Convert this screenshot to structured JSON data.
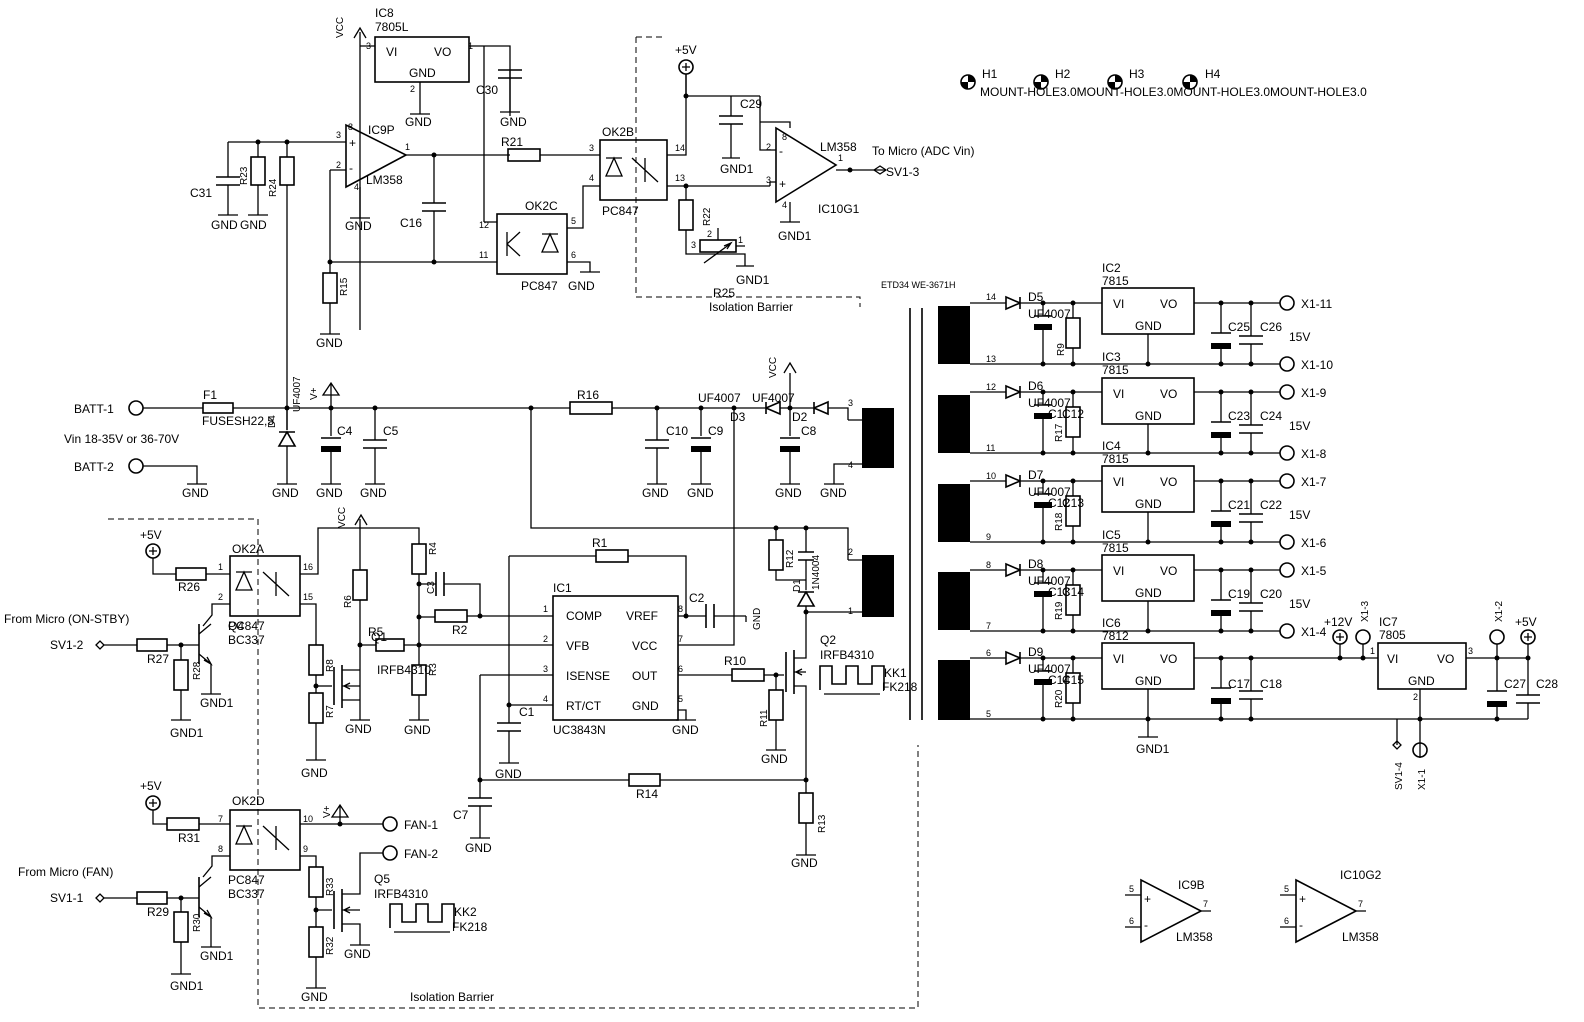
{
  "parts": {
    "ic8": "IC8",
    "ic8_val": "7805L",
    "vi": "VI",
    "vo": "VO",
    "gnd": "GND",
    "vcc": "VCC",
    "ic9p": "IC9P",
    "lm358": "LM358",
    "ok2b": "OK2B",
    "ok2c": "OK2C",
    "ok2a": "OK2A",
    "ok2d": "OK2D",
    "pc847": "PC847",
    "ic10g1": "IC10G1",
    "to_micro": "To Micro (ADC Vin)",
    "sv1_3": "SV1-3",
    "gnd1": "GND1",
    "p5v": "+5V",
    "vplus": "V+",
    "h1": "H1",
    "h2": "H2",
    "h3": "H3",
    "h4": "H4",
    "mount_text": "MOUNT-HOLE3.0MOUNT-HOLE3.0MOUNT-HOLE3.0MOUNT-HOLE3.0",
    "c31": "C31",
    "r23": "R23",
    "r24": "R24",
    "r15": "R15",
    "c16": "C16",
    "c30": "C30",
    "r21": "R21",
    "r22": "R22",
    "r25": "R25",
    "c29": "C29",
    "isolation": "Isolation Barrier",
    "transformer": "ETD34 WE-3671H",
    "batt1": "BATT-1",
    "batt2": "BATT-2",
    "vin": "Vin 18-35V or 36-70V",
    "f1": "F1",
    "fuse": "FUSESH22,5",
    "d4": "D4",
    "uf4007": "UF4007",
    "c4": "C4",
    "c5": "C5",
    "r16": "R16",
    "c10": "C10",
    "c9": "C9",
    "d3": "D3",
    "d2": "D2",
    "c8": "C8",
    "r26": "R26",
    "r27": "R27",
    "r28": "R28",
    "q4": "Q4",
    "bc337": "BC337",
    "from_micro_stby": "From Micro (ON-STBY)",
    "sv1_2": "SV1-2",
    "r6": "R6",
    "r8": "R8",
    "r7": "R7",
    "r4": "R4",
    "c3": "C3",
    "r2": "R2",
    "r5": "R5",
    "q1": "Q1",
    "irfb4310": "IRFB4310",
    "r3": "R3",
    "r1": "R1",
    "c2": "C2",
    "ic1": "IC1",
    "uc3843n": "UC3843N",
    "comp": "COMP",
    "vfb": "VFB",
    "isense": "ISENSE",
    "rtct": "RT/CT",
    "vref": "VREF",
    "out": "OUT",
    "c1": "C1",
    "r10": "R10",
    "r11": "R11",
    "q2": "Q2",
    "kk1": "KK1",
    "fk218": "FK218",
    "r12": "R12",
    "d1": "D1",
    "n4004": "1N4004",
    "r14": "R14",
    "c7": "C7",
    "r13": "R13",
    "r31": "R31",
    "r29": "R29",
    "r30": "R30",
    "q3": "Q3",
    "from_micro_fan": "From Micro (FAN)",
    "sv1_1": "SV1-1",
    "fan1": "FAN-1",
    "fan2": "FAN-2",
    "r33": "R33",
    "r32": "R32",
    "q5": "Q5",
    "kk2": "KK2",
    "ic9b": "IC9B",
    "ic10g2": "IC10G2",
    "d5": "D5",
    "d6": "D6",
    "d7": "D7",
    "d8": "D8",
    "d9": "D9",
    "r9": "R9",
    "r17": "R17",
    "r18": "R18",
    "r19": "R19",
    "r20": "R20",
    "c11": "C11",
    "c12": "C12",
    "c13": "C13",
    "c14": "C14",
    "c15": "C15",
    "ic2": "IC2",
    "ic3": "IC3",
    "ic4": "IC4",
    "ic5": "IC5",
    "ic6": "IC6",
    "ic7": "IC7",
    "v7815": "7815",
    "v7812": "7812",
    "v7805": "7805",
    "c25": "C25",
    "c26": "C26",
    "c23": "C23",
    "c24": "C24",
    "c21": "C21",
    "c22": "C22",
    "c19": "C19",
    "c20": "C20",
    "c17": "C17",
    "c18": "C18",
    "c27": "C27",
    "c28": "C28",
    "v15": "15V",
    "p12v": "+12V",
    "x1_11": "X1-11",
    "x1_10": "X1-10",
    "x1_9": "X1-9",
    "x1_8": "X1-8",
    "x1_7": "X1-7",
    "x1_6": "X1-6",
    "x1_5": "X1-5",
    "x1_4": "X1-4",
    "x1_3": "X1-3",
    "x1_2": "X1-2",
    "x1_1": "X1-1",
    "sv1_4": "SV1-4",
    "n1": "1",
    "n2": "2",
    "n3": "3",
    "n4": "4",
    "n5": "5",
    "n6": "6",
    "n7": "7",
    "n8": "8",
    "n9": "9",
    "n10": "10",
    "n11": "11",
    "n12": "12",
    "n13": "13",
    "n14": "14",
    "n15": "15",
    "n16": "16",
    "plus": "+",
    "minus": "-"
  }
}
